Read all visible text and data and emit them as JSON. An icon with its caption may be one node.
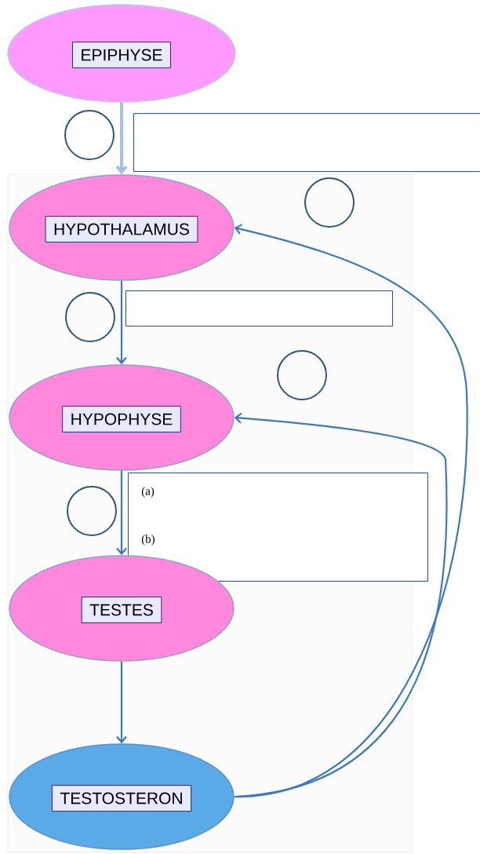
{
  "diagram": {
    "nodes": [
      {
        "text": [
          "EPIPHYSE"
        ]
      },
      {
        "text": [],
        "shape": "circle"
      },
      {
        "text": [],
        "shape": "box"
      },
      {
        "text": [
          "HYPOTHALAMUS"
        ]
      },
      {
        "text": [],
        "shape": "circle"
      },
      {
        "text": [],
        "shape": "circle"
      },
      {
        "text": [],
        "shape": "box"
      },
      {
        "text": [
          "HYPOPHYSE"
        ]
      },
      {
        "text": [],
        "shape": "circle"
      },
      {
        "text": [
          "(a)",
          "(b)"
        ]
      },
      {
        "text": [],
        "shape": "circle"
      },
      {
        "text": [
          "TESTES"
        ]
      },
      {
        "text": [
          "TESTOSTERON"
        ]
      }
    ],
    "edges": [
      {
        "from": 0,
        "to": 3,
        "arrow": "to",
        "style": "thick",
        "color": "#a3c1e6"
      },
      {
        "from": 3,
        "to": 7,
        "arrow": "to"
      },
      {
        "from": 7,
        "to": 11,
        "arrow": "to"
      },
      {
        "from": 11,
        "to": 12,
        "arrow": "to"
      },
      {
        "from": 12,
        "to": 7,
        "arrow": "to"
      },
      {
        "from": 12,
        "to": 3,
        "arrow": "to"
      }
    ]
  }
}
